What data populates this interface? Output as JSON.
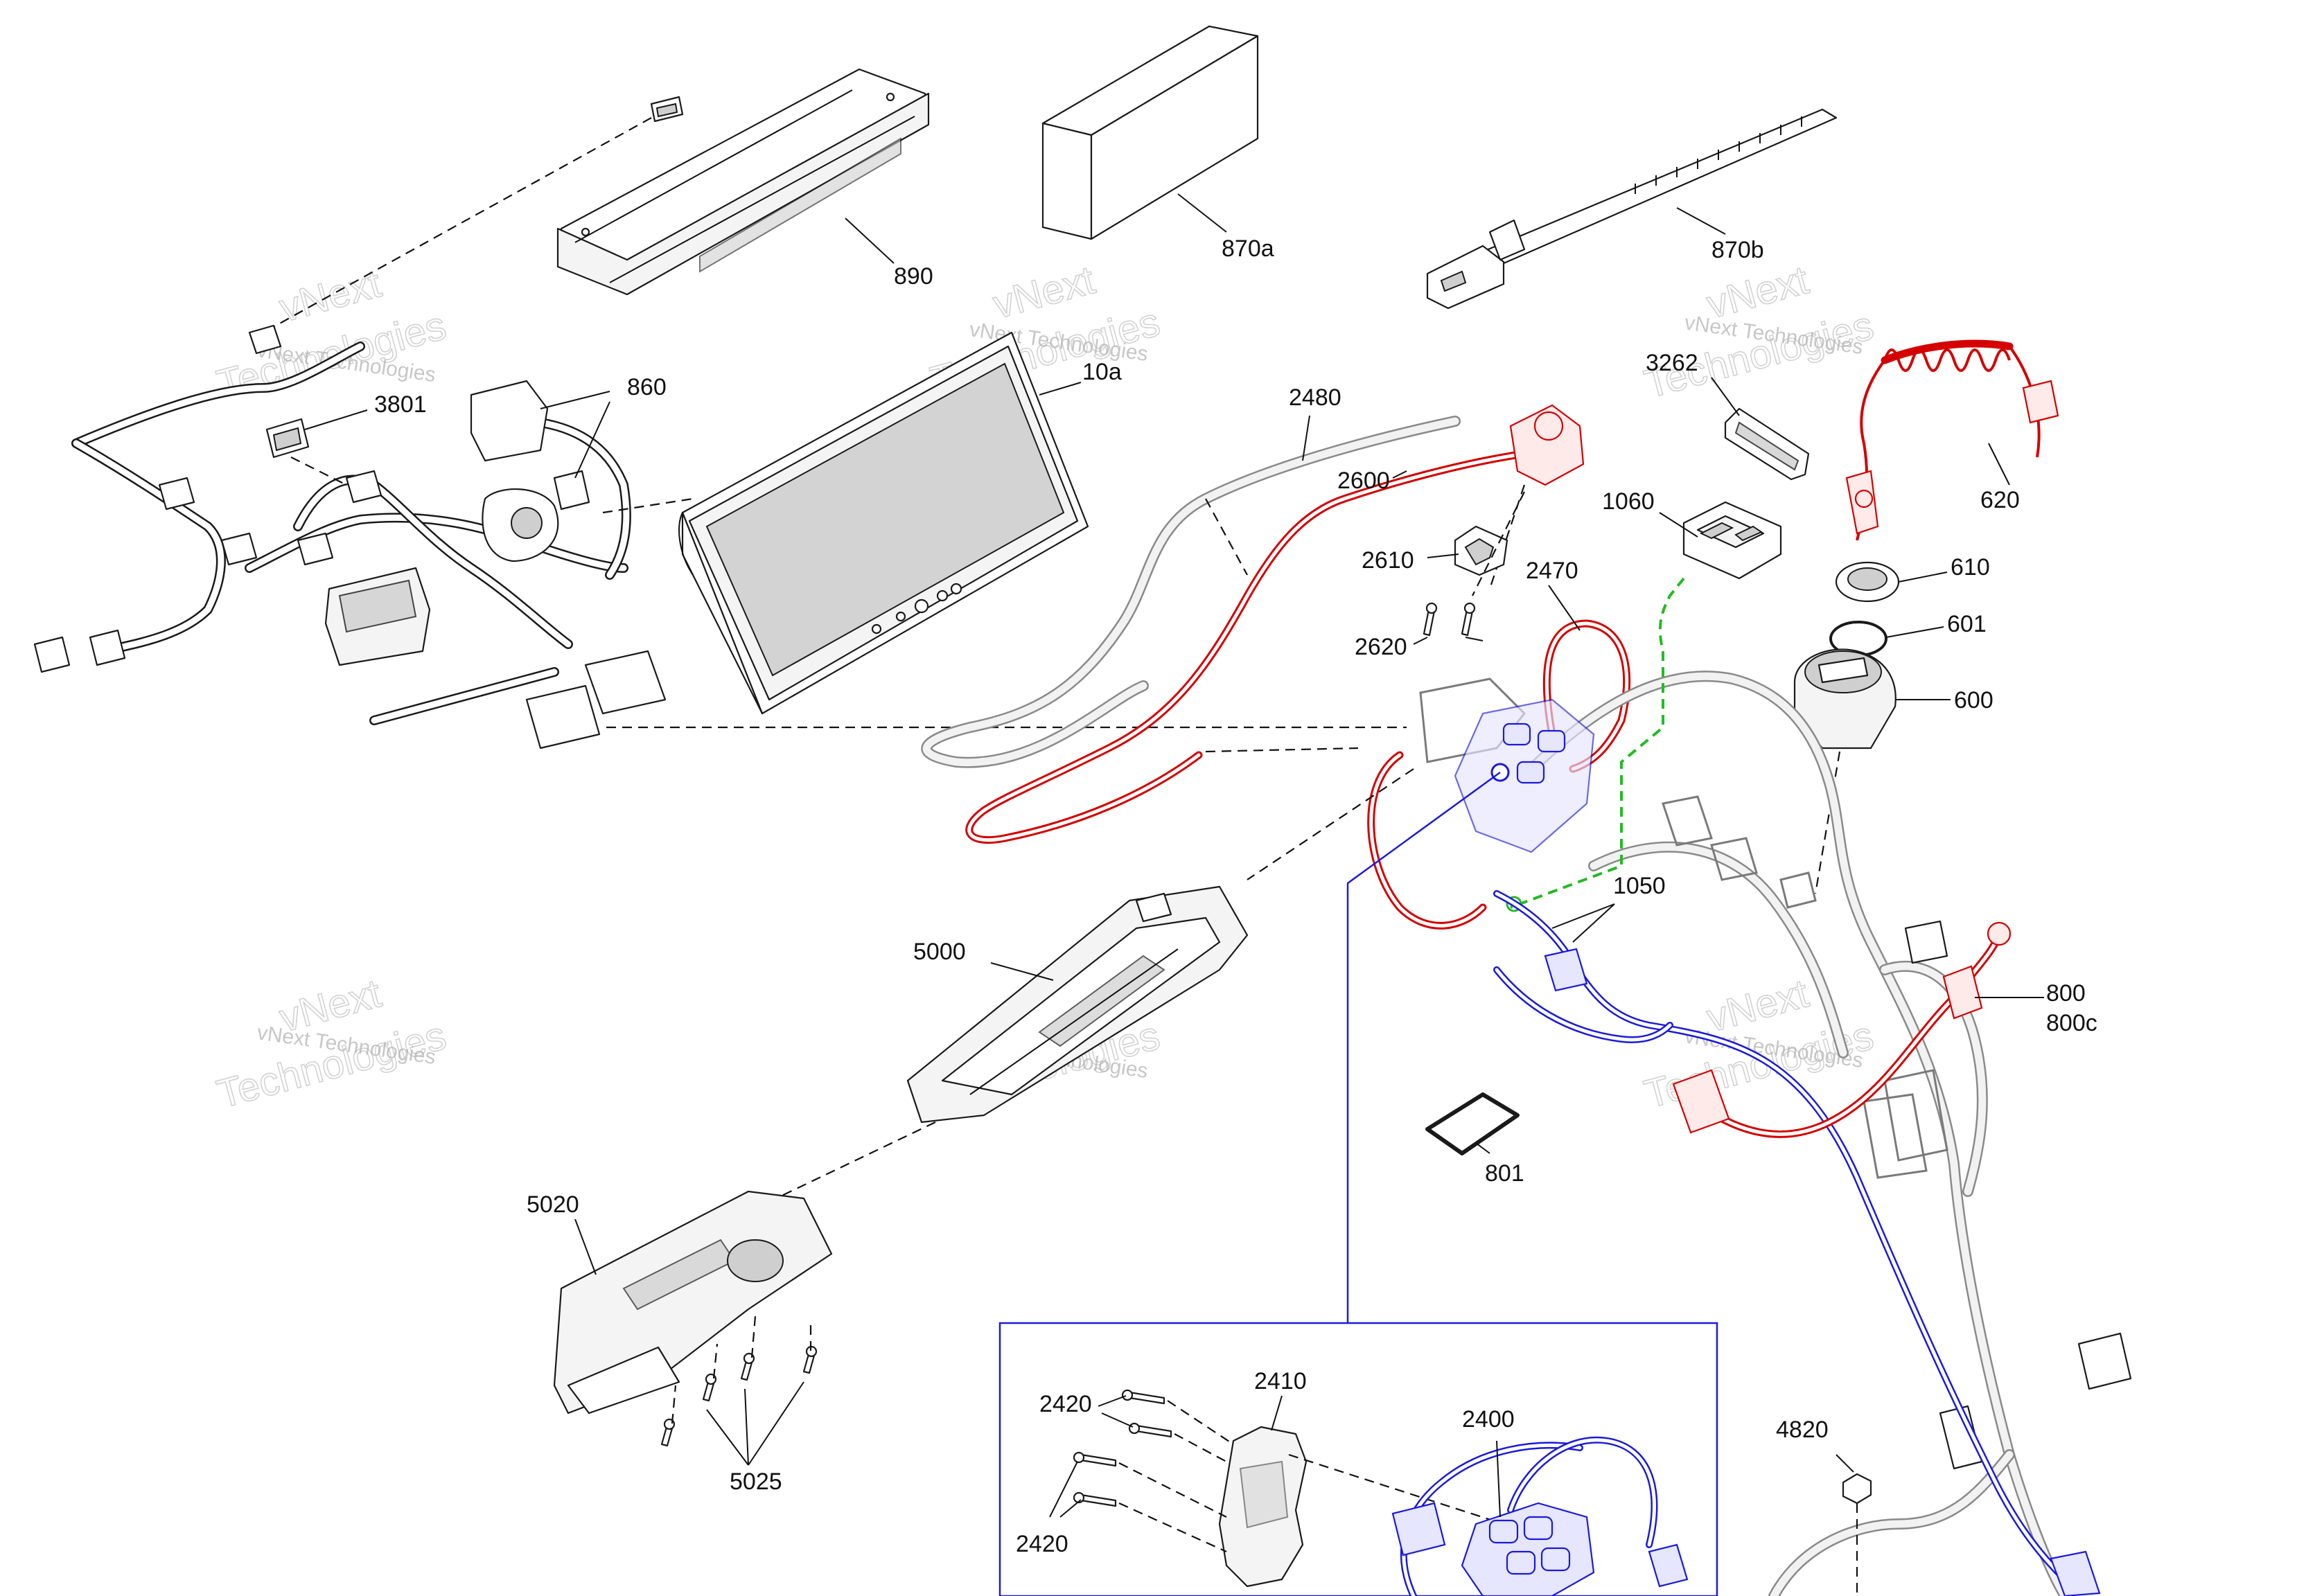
{
  "diagram": {
    "labels": {
      "p890": "890",
      "p870a": "870a",
      "p870b": "870b",
      "p10a": "10a",
      "p2480": "2480",
      "p3262": "3262",
      "p860": "860",
      "p3801": "3801",
      "p2600": "2600",
      "p620": "620",
      "p1060": "1060",
      "p2610": "2610",
      "p2470": "2470",
      "p610": "610",
      "p2620": "2620",
      "p601": "601",
      "p600": "600",
      "p1050": "1050",
      "p5000": "5000",
      "p800": "800",
      "p800c": "800c",
      "p801": "801",
      "p5020": "5020",
      "p2410": "2410",
      "p2420a": "2420",
      "p2400": "2400",
      "p4820": "4820",
      "p2420b": "2420",
      "p5025": "5025"
    },
    "watermark": {
      "line1": "vNext Technologies",
      "line2": "vNext",
      "line3": "Technologies"
    },
    "colors": {
      "red_group": "#d40000",
      "blue_group": "#1a1adc",
      "green_route": "#22bb22"
    }
  }
}
